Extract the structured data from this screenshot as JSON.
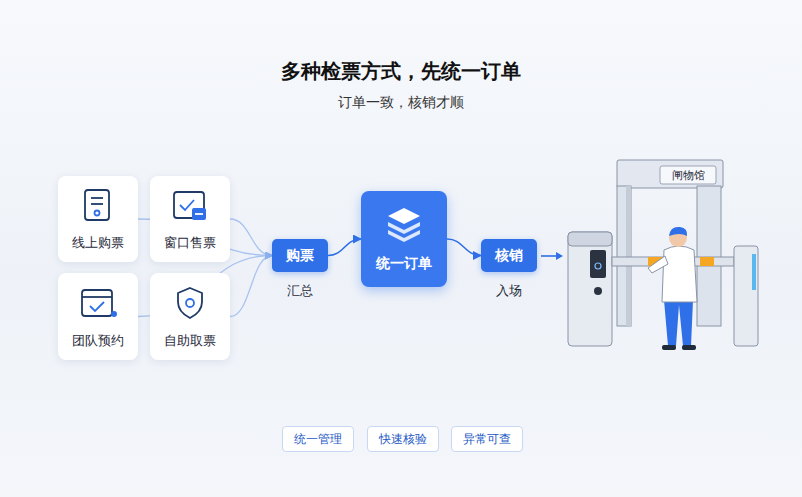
{
  "diagram": {
    "title": "多种检票方式，先统一订单",
    "caption": "订单一致，核销才顺",
    "nodes": [
      {
        "text": [
          "线上购票"
        ]
      },
      {
        "text": [
          "窗口售票"
        ]
      },
      {
        "text": [
          "团队预约"
        ]
      },
      {
        "text": [
          "自助取票"
        ]
      },
      {
        "text": [
          "购票",
          "汇总"
        ]
      },
      {
        "text": [
          "统一订单"
        ]
      },
      {
        "text": [
          "核销",
          "入场"
        ]
      },
      {
        "text": [
          "统一管理"
        ]
      },
      {
        "text": [
          "快速核验"
        ]
      },
      {
        "text": [
          "异常可查"
        ]
      }
    ],
    "edges": [
      {
        "from": 0,
        "to": 4,
        "arrow": "to"
      },
      {
        "from": 1,
        "to": 4,
        "arrow": "to"
      },
      {
        "from": 2,
        "to": 4,
        "arrow": "to"
      },
      {
        "from": 3,
        "to": 4,
        "arrow": "to"
      },
      {
        "from": 4,
        "to": 5,
        "arrow": "to"
      },
      {
        "from": 5,
        "to": 6,
        "arrow": "to"
      }
    ],
    "labels": [
      "闸物馆"
    ]
  }
}
